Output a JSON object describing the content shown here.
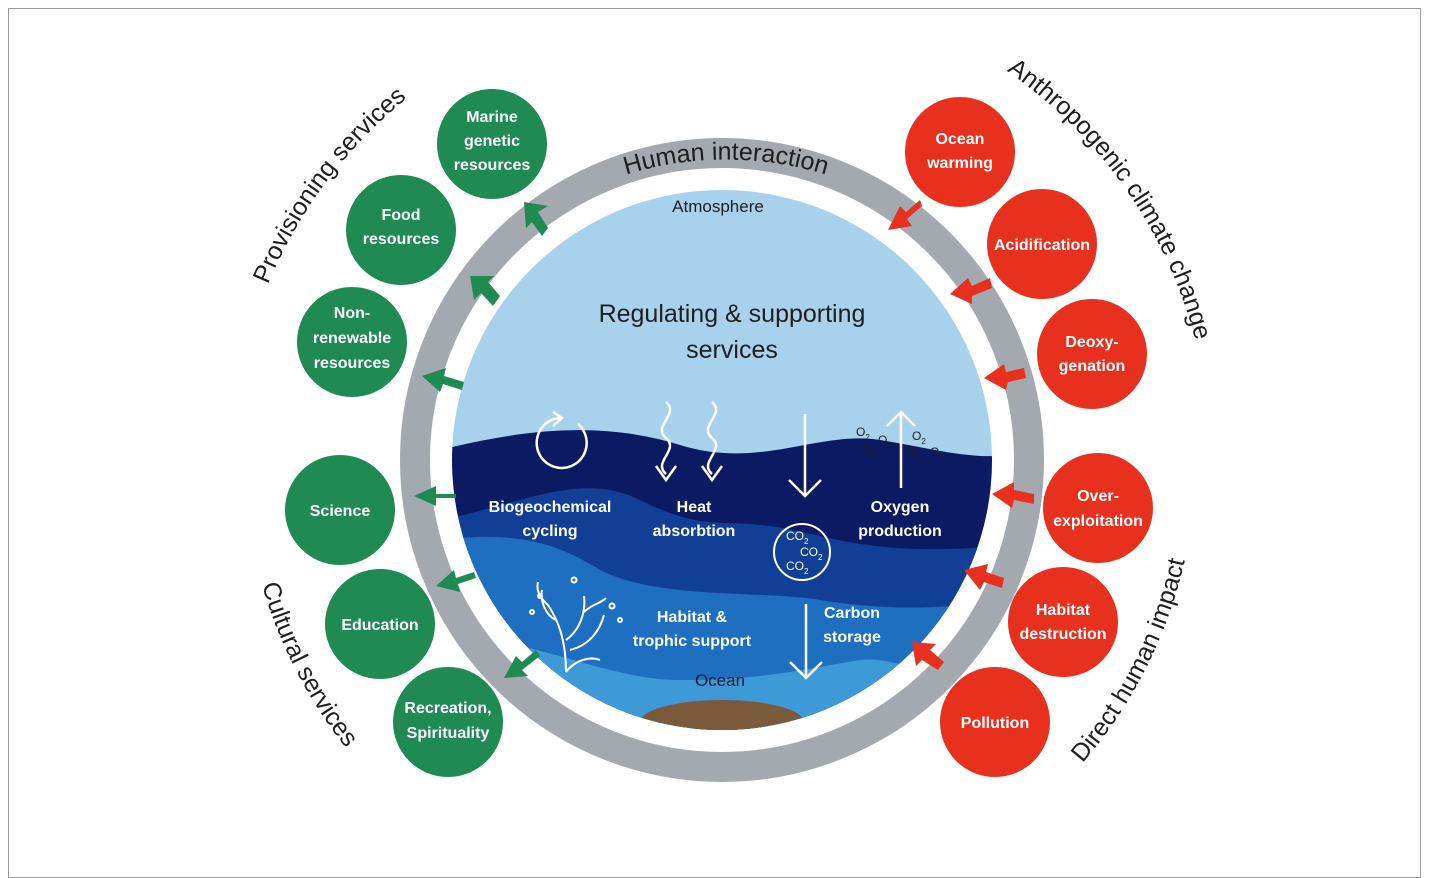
{
  "diagram": {
    "ring_label": "Human interaction",
    "center": {
      "atmosphere": "Atmosphere",
      "title_line1": "Regulating & supporting",
      "title_line2": "services",
      "ocean": "Ocean",
      "services": [
        {
          "line1": "Biogeochemical",
          "line2": "cycling"
        },
        {
          "line1": "Heat",
          "line2": "absorbtion"
        },
        {
          "line1": "Oxygen",
          "line2": "production"
        },
        {
          "line1": "Habitat &",
          "line2": "trophic support"
        },
        {
          "line1": "Carbon",
          "line2": "storage"
        }
      ],
      "o2_symbol": "O",
      "o2_sub": "2",
      "co2_symbol": "CO",
      "co2_sub": "2"
    },
    "provisioning": {
      "heading": "Provisioning services",
      "items": [
        {
          "lines": [
            "Marine",
            "genetic",
            "resources"
          ]
        },
        {
          "lines": [
            "Food",
            "resources"
          ]
        },
        {
          "lines": [
            "Non-",
            "renewable",
            "resources"
          ]
        }
      ]
    },
    "cultural": {
      "heading": "Cultural services",
      "items": [
        {
          "lines": [
            "Science"
          ]
        },
        {
          "lines": [
            "Education"
          ]
        },
        {
          "lines": [
            "Recreation,",
            "Spirituality"
          ]
        }
      ]
    },
    "climate": {
      "heading": "Anthropogenic climate change",
      "items": [
        {
          "lines": [
            "Ocean",
            "warming"
          ]
        },
        {
          "lines": [
            "Acidification"
          ]
        },
        {
          "lines": [
            "Deoxy-",
            "genation"
          ]
        }
      ]
    },
    "direct": {
      "heading": "Direct human impact",
      "items": [
        {
          "lines": [
            "Over-",
            "exploitation"
          ]
        },
        {
          "lines": [
            "Habitat",
            "destruction"
          ]
        },
        {
          "lines": [
            "Pollution"
          ]
        }
      ]
    },
    "colors": {
      "green": "#1f8a52",
      "red": "#e8301e",
      "ring": "#a3a9ae",
      "sky": "#a8d2ec",
      "deep": "#0b1a63",
      "mid": "#0d3a8f",
      "ocean": "#1a72c0",
      "shallow": "#3e9ad6",
      "seabed": "#7a5a3a"
    }
  }
}
